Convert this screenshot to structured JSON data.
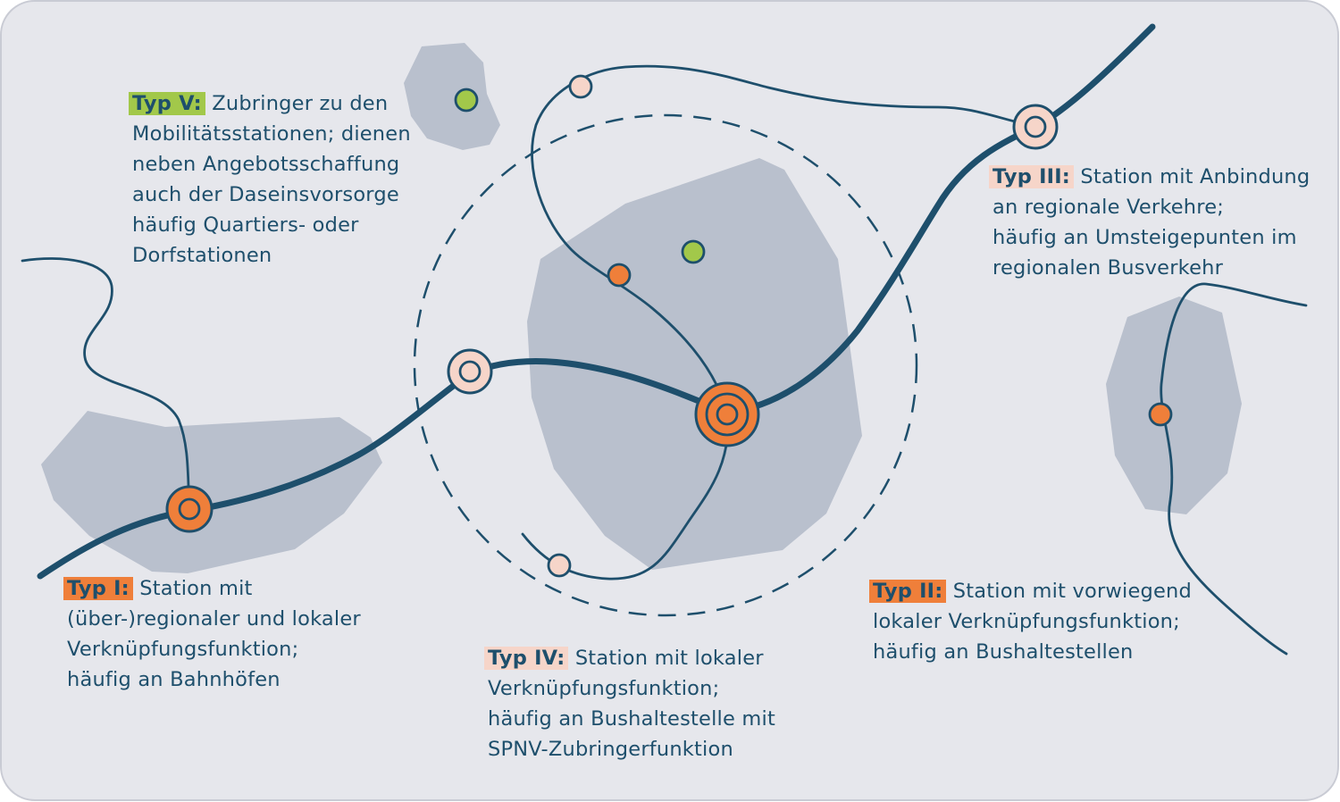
{
  "colors": {
    "background": "#e6e7ec",
    "border": "#c9cbd4",
    "area": "#b9c0cd",
    "line": "#1e4f6c",
    "orange": "#ef7f3a",
    "light": "#f6d5c9",
    "green": "#a2c84a",
    "text": "#1e4f6c"
  },
  "legend": {
    "typ_v": {
      "tag": "Typ V:",
      "tag_color": "#a2c84a",
      "line1": "Zubringer zu den",
      "line2": "Mobilitätsstationen; dienen",
      "line3": "neben Angebotsschaffung",
      "line4": "auch der Daseinsvorsorge",
      "line5": "häufig Quartiers- oder",
      "line6": "Dorfstationen"
    },
    "typ_i": {
      "tag": "Typ I:",
      "tag_color": "#ef7f3a",
      "line1": "Station mit",
      "line2": "(über-)regionaler und lokaler",
      "line3": "Verknüpfungsfunktion;",
      "line4": "häufig an Bahnhöfen"
    },
    "typ_iv": {
      "tag": "Typ IV:",
      "tag_color": "#f6d5c9",
      "line1": "Station mit lokaler",
      "line2": "Verknüpfungsfunktion;",
      "line3": "häufig an Bushaltestelle mit",
      "line4": "SPNV-Zubringerfunktion"
    },
    "typ_ii": {
      "tag": "Typ II:",
      "tag_color": "#ef7f3a",
      "line1": "Station mit vorwiegend",
      "line2": "lokaler Verknüpfungsfunktion;",
      "line3": "häufig an Bushaltestellen"
    },
    "typ_iii": {
      "tag": "Typ III:",
      "tag_color": "#f6d5c9",
      "line1": "Station mit Anbindung",
      "line2": "an regionale Verkehre;",
      "line3": "häufig an Umsteigepunten im",
      "line4": "regionalen Busverkehr"
    }
  }
}
